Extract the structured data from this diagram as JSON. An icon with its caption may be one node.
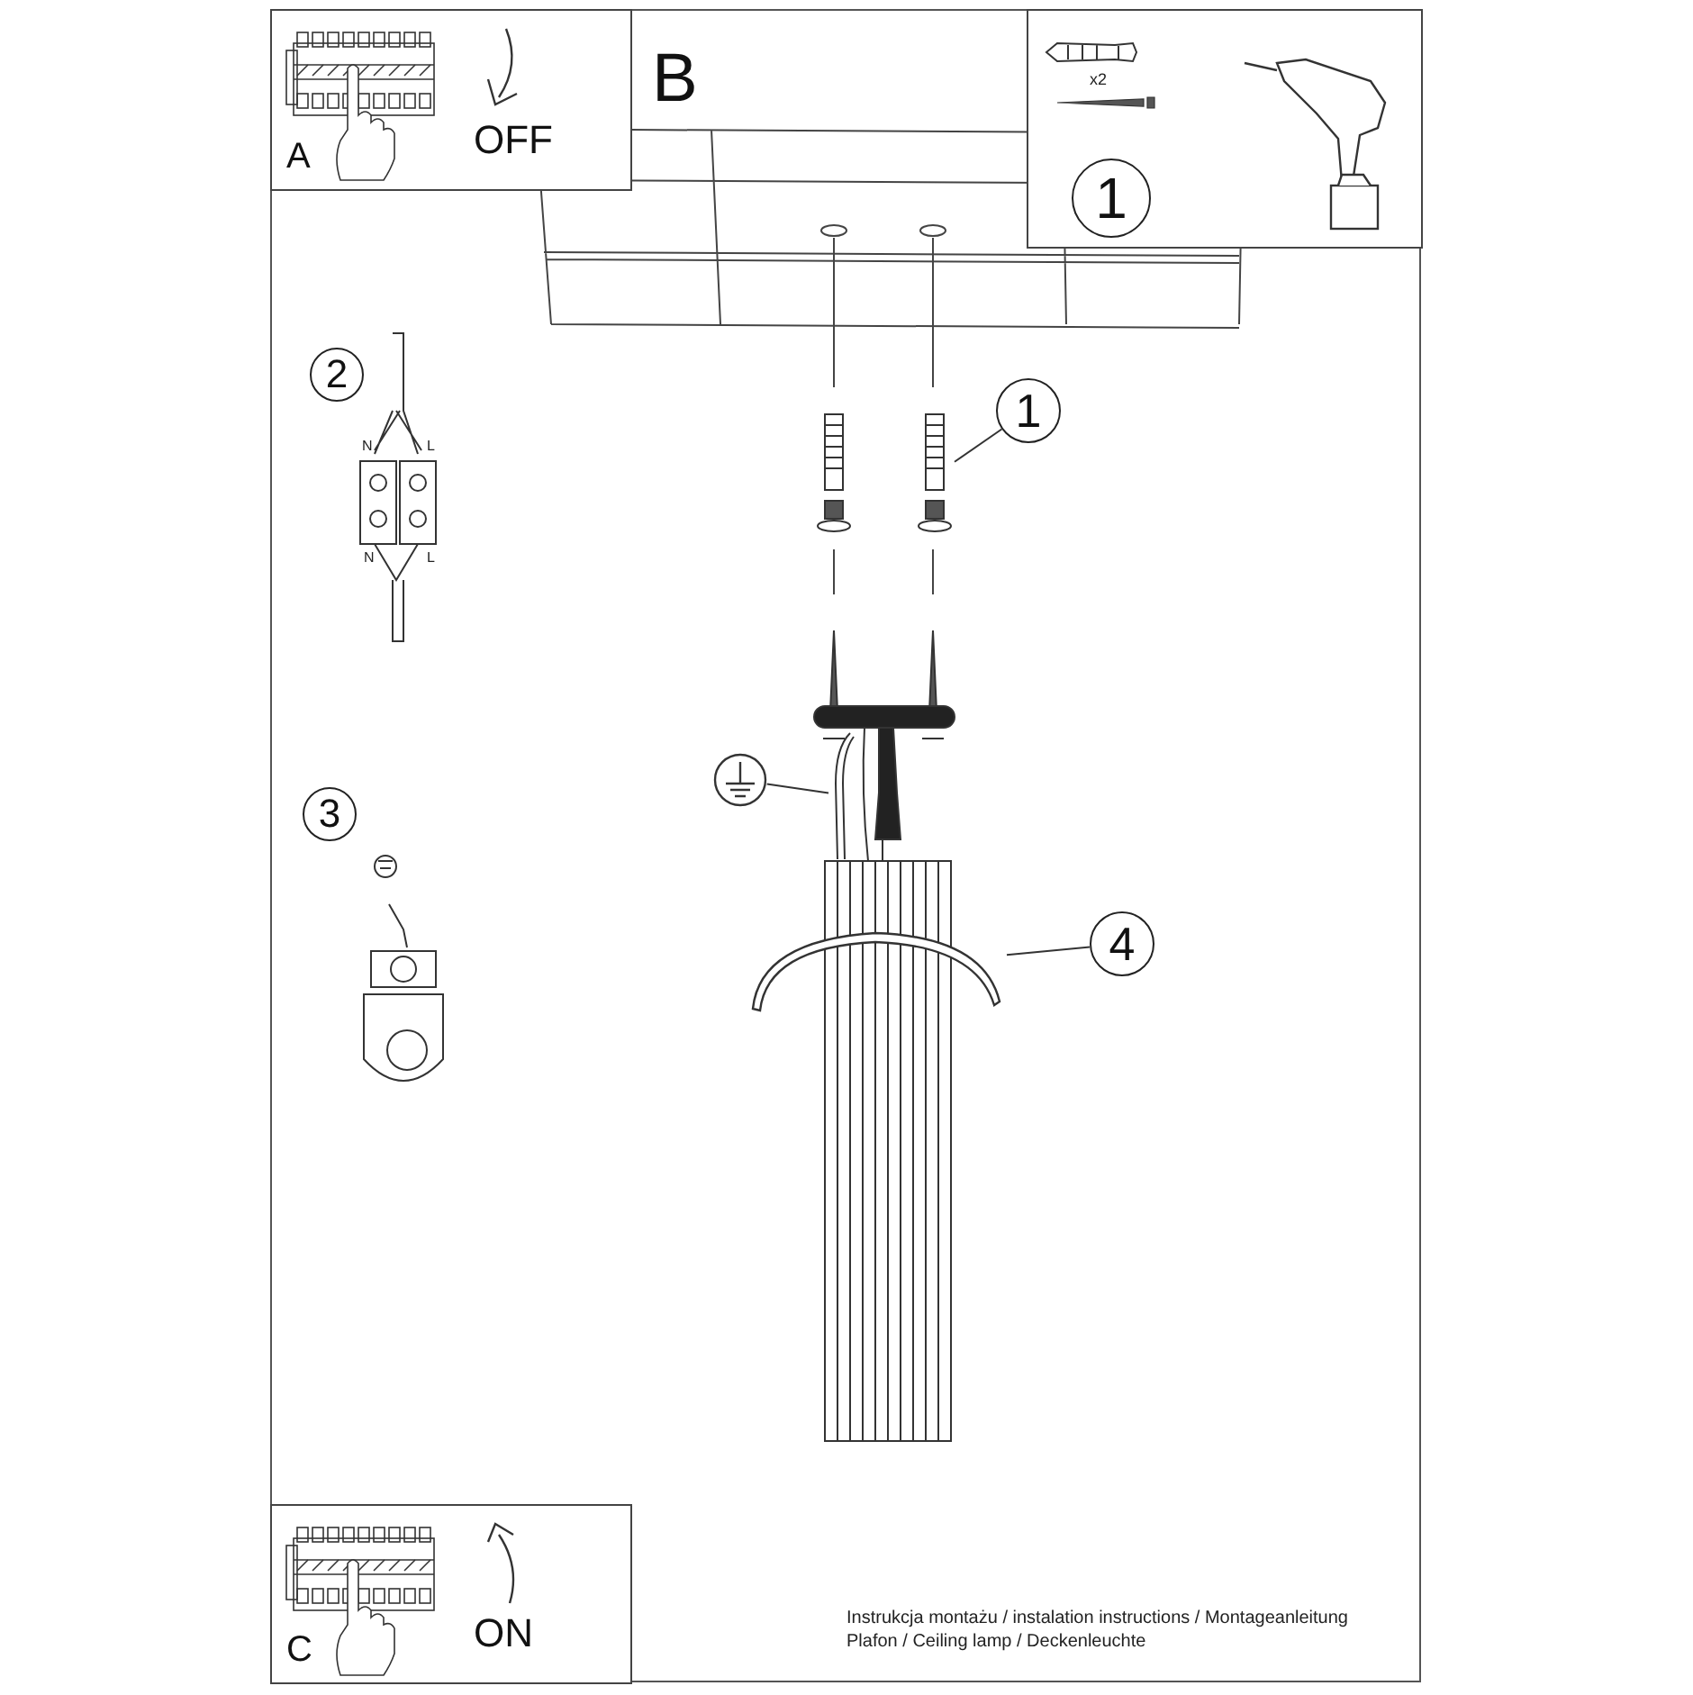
{
  "diagram": {
    "nodes": [
      {
        "text": [
          "A",
          "OFF"
        ]
      },
      {
        "text": [
          "x2",
          "1"
        ]
      },
      {
        "text": [
          "1"
        ]
      },
      {
        "text": [],
        "shape": "picture"
      },
      {
        "text": [],
        "shape": "circle"
      },
      {
        "text": [],
        "shape": "picture"
      },
      {
        "text": [
          "4"
        ]
      },
      {
        "text": [],
        "shape": "picture"
      },
      {
        "text": [
          "C",
          "ON"
        ]
      }
    ],
    "edges": [
      {
        "from": 2,
        "to": 3,
        "arrow": "none"
      },
      {
        "from": 4,
        "to": 5,
        "arrow": "none"
      },
      {
        "from": 6,
        "to": 7,
        "arrow": "none"
      }
    ],
    "labels": [
      "B",
      "2",
      "N",
      "L",
      "N",
      "L",
      "3",
      "Instrukcja montażu / instalation instructions / Montageanleitung",
      "Plafon / Ceiling lamp / Deckenleuchte"
    ]
  }
}
